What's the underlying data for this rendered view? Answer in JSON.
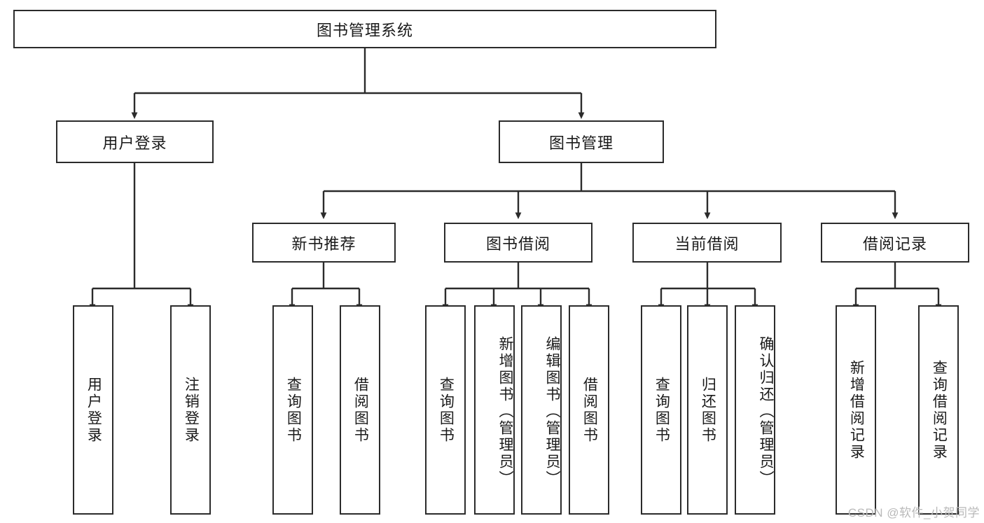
{
  "diagram": {
    "type": "hierarchy-tree",
    "root": {
      "label": "图书管理系统"
    },
    "level2": [
      {
        "label": "用户登录"
      },
      {
        "label": "图书管理"
      }
    ],
    "level3": [
      {
        "label": "新书推荐"
      },
      {
        "label": "图书借阅"
      },
      {
        "label": "当前借阅"
      },
      {
        "label": "借阅记录"
      }
    ],
    "leaves": {
      "user_login": [
        {
          "label": "用户登录"
        },
        {
          "label": "注销登录"
        }
      ],
      "new_book_recommend": [
        {
          "label": "查询图书"
        },
        {
          "label": "借阅图书"
        }
      ],
      "book_borrow": [
        {
          "label": "查询图书"
        },
        {
          "label": "新增图书（管理员）"
        },
        {
          "label": "编辑图书（管理员）"
        },
        {
          "label": "借阅图书"
        }
      ],
      "current_borrow": [
        {
          "label": "查询图书"
        },
        {
          "label": "归还图书"
        },
        {
          "label": "确认归还（管理员）"
        }
      ],
      "borrow_record": [
        {
          "label": "新增借阅记录"
        },
        {
          "label": "查询借阅记录"
        }
      ]
    }
  },
  "watermark": {
    "text": "CSDN @软件_小贺同学"
  },
  "colors": {
    "stroke": "#2b2b2b",
    "fill": "#ffffff",
    "text": "#1a1a1a",
    "watermark": "#b9b9b9"
  }
}
